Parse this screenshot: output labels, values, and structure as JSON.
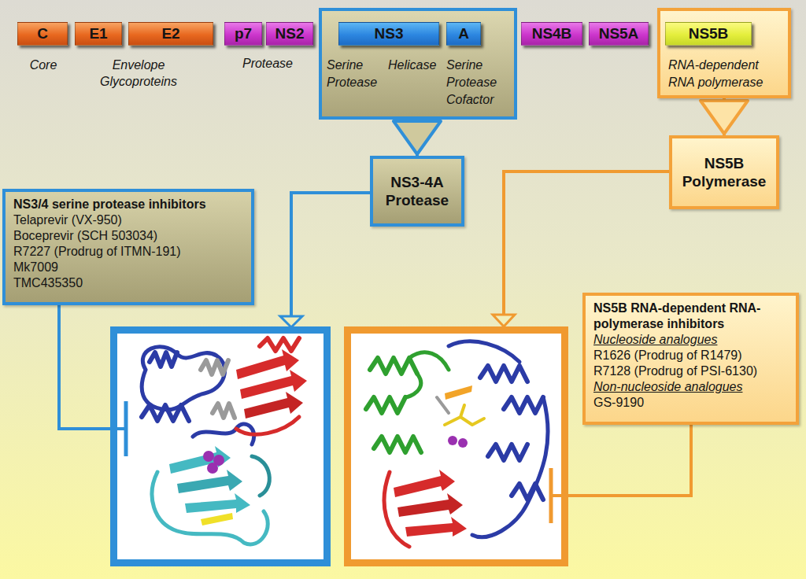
{
  "diagram": {
    "nodes": [
      {
        "text": [
          "C"
        ]
      },
      {
        "text": [
          "E1"
        ]
      },
      {
        "text": [
          "E2"
        ]
      },
      {
        "text": [
          "p7"
        ]
      },
      {
        "text": [
          "NS2"
        ]
      },
      {
        "text": [
          "Serine Protease",
          "Helicase",
          "Serine Protease Cofactor"
        ]
      },
      {
        "text": [
          "NS3"
        ],
        "in": 5
      },
      {
        "text": [
          "A"
        ],
        "in": 5
      },
      {
        "text": [
          "NS4B"
        ]
      },
      {
        "text": [
          "NS5A"
        ]
      },
      {
        "text": [
          "RNA-dependent RNA polymerase"
        ]
      },
      {
        "text": [
          "NS5B"
        ],
        "in": 10
      },
      {
        "text": [
          "NS3-4A Protease"
        ]
      },
      {
        "text": [
          "NS5B Polymerase"
        ]
      },
      {
        "text": [
          "NS3/4 serine protease inhibitors",
          "Telaprevir (VX-950)",
          "Boceprevir (SCH 503034)",
          "R7227 (Prodrug of ITMN-191)",
          "Mk7009",
          "TMC435350"
        ]
      },
      {
        "text": [
          "NS5B RNA-dependent RNA-polymerase inhibitors",
          "Nucleoside analogues",
          "R1626 (Prodrug of R1479)",
          "R7128 (Prodrug of PSI-6130)",
          "Non-nucleoside analogues",
          "GS-9190"
        ]
      }
    ],
    "edges": [
      {
        "from": 5,
        "to": 12,
        "arrow": "to"
      },
      {
        "from": 10,
        "to": 13,
        "arrow": "to"
      }
    ],
    "labels": [
      "Core",
      "Envelope Glycoproteins",
      "Protease"
    ]
  }
}
